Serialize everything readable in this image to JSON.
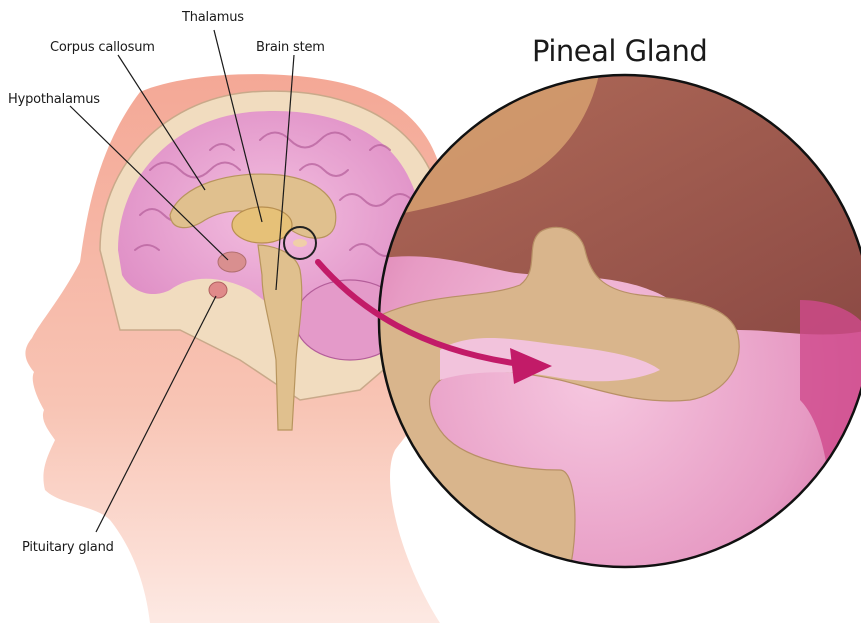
{
  "labels": {
    "thalamus": "Thalamus",
    "corpus_callosum": "Corpus callosum",
    "brain_stem": "Brain stem",
    "hypothalamus": "Hypothalamus",
    "pituitary_gland": "Pituitary gland"
  },
  "detail_title": "Pineal Gland",
  "colors": {
    "skin": "#f6b5a2",
    "skull": "#f1dcbf",
    "brain": "#e9a3d0",
    "tissue": "#d9b58c",
    "dark_brown": "#a0584f",
    "magenta": "#d0337c",
    "arrow": "#c21b68"
  }
}
